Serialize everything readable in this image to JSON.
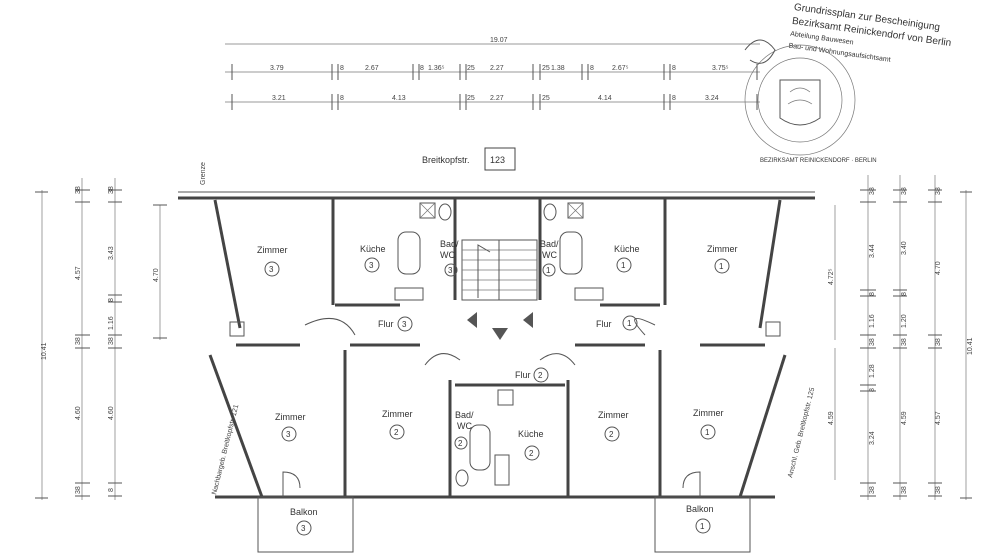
{
  "street": {
    "name": "Breitkopfstr.",
    "number": "123",
    "border": "Grenze"
  },
  "neighbors": {
    "left": "Nachbargeb. Breitkopfstr. 121",
    "right": "Anschl. Geb. Breitkopfstr. 125"
  },
  "stamp": {
    "header": "Grundrissplan zur Bescheinigung",
    "office": "Bezirksamt Reinickendorf von Berlin",
    "dept1": "Abteilung Bauwesen",
    "dept2": "Bau- und Wohnungsaufsichtsamt",
    "seal": "BEZIRKSAMT REINICKENDORF · BERLIN"
  },
  "rooms": [
    {
      "id": "zimmer-3-top",
      "label": "Zimmer",
      "unit": "3"
    },
    {
      "id": "kueche-3",
      "label": "Küche",
      "unit": "3"
    },
    {
      "id": "bad-3",
      "label": "Bad/\nWC",
      "unit": "3"
    },
    {
      "id": "flur-3",
      "label": "Flur",
      "unit": "3"
    },
    {
      "id": "bad-1",
      "label": "Bad/\nWC",
      "unit": "1"
    },
    {
      "id": "kueche-1",
      "label": "Küche",
      "unit": "1"
    },
    {
      "id": "zimmer-1-top",
      "label": "Zimmer",
      "unit": "1"
    },
    {
      "id": "flur-1",
      "label": "Flur",
      "unit": "1"
    },
    {
      "id": "flur-2",
      "label": "Flur",
      "unit": "2"
    },
    {
      "id": "zimmer-3-bottom",
      "label": "Zimmer",
      "unit": "3"
    },
    {
      "id": "zimmer-2-left",
      "label": "Zimmer",
      "unit": "2"
    },
    {
      "id": "bad-2",
      "label": "Bad/\nWC",
      "unit": "2"
    },
    {
      "id": "kueche-2",
      "label": "Küche",
      "unit": "2"
    },
    {
      "id": "zimmer-2-right",
      "label": "Zimmer",
      "unit": "2"
    },
    {
      "id": "zimmer-1-bottom",
      "label": "Zimmer",
      "unit": "1"
    },
    {
      "id": "balkon-3",
      "label": "Balkon",
      "unit": "3"
    },
    {
      "id": "balkon-1",
      "label": "Balkon",
      "unit": "1"
    }
  ],
  "dimensions": {
    "top_total": "19.07",
    "top_row1": [
      "3.79",
      "8",
      "2.67",
      "8",
      "1.36⁵",
      "25",
      "2.27",
      "25",
      "1.38",
      "8",
      "2.67⁵",
      "8",
      "3.75⁵"
    ],
    "top_row2": [
      "3.21",
      "8",
      "4.13",
      "25",
      "2.27",
      "25",
      "4.14",
      "8",
      "3.24"
    ],
    "left_total": "10.41",
    "left_a": [
      "38",
      "4.57",
      "38",
      "4.60",
      "38"
    ],
    "left_b": [
      "38",
      "3.43",
      "8",
      "1.16",
      "38",
      "4.60",
      "8"
    ],
    "left_side": "4.70",
    "right_total": "10.41",
    "right_a": [
      "38",
      "4.70",
      "38",
      "4.57",
      "38"
    ],
    "right_b": [
      "38",
      "3.44",
      "8",
      "1.16",
      "38",
      "1.28",
      "8",
      "3.24",
      "38"
    ],
    "right_c": [
      "38",
      "3.40",
      "8",
      "1.20",
      "38",
      "4.59",
      "38"
    ],
    "right_side_top": "4.72⁵",
    "right_side_bottom": "4.59"
  }
}
